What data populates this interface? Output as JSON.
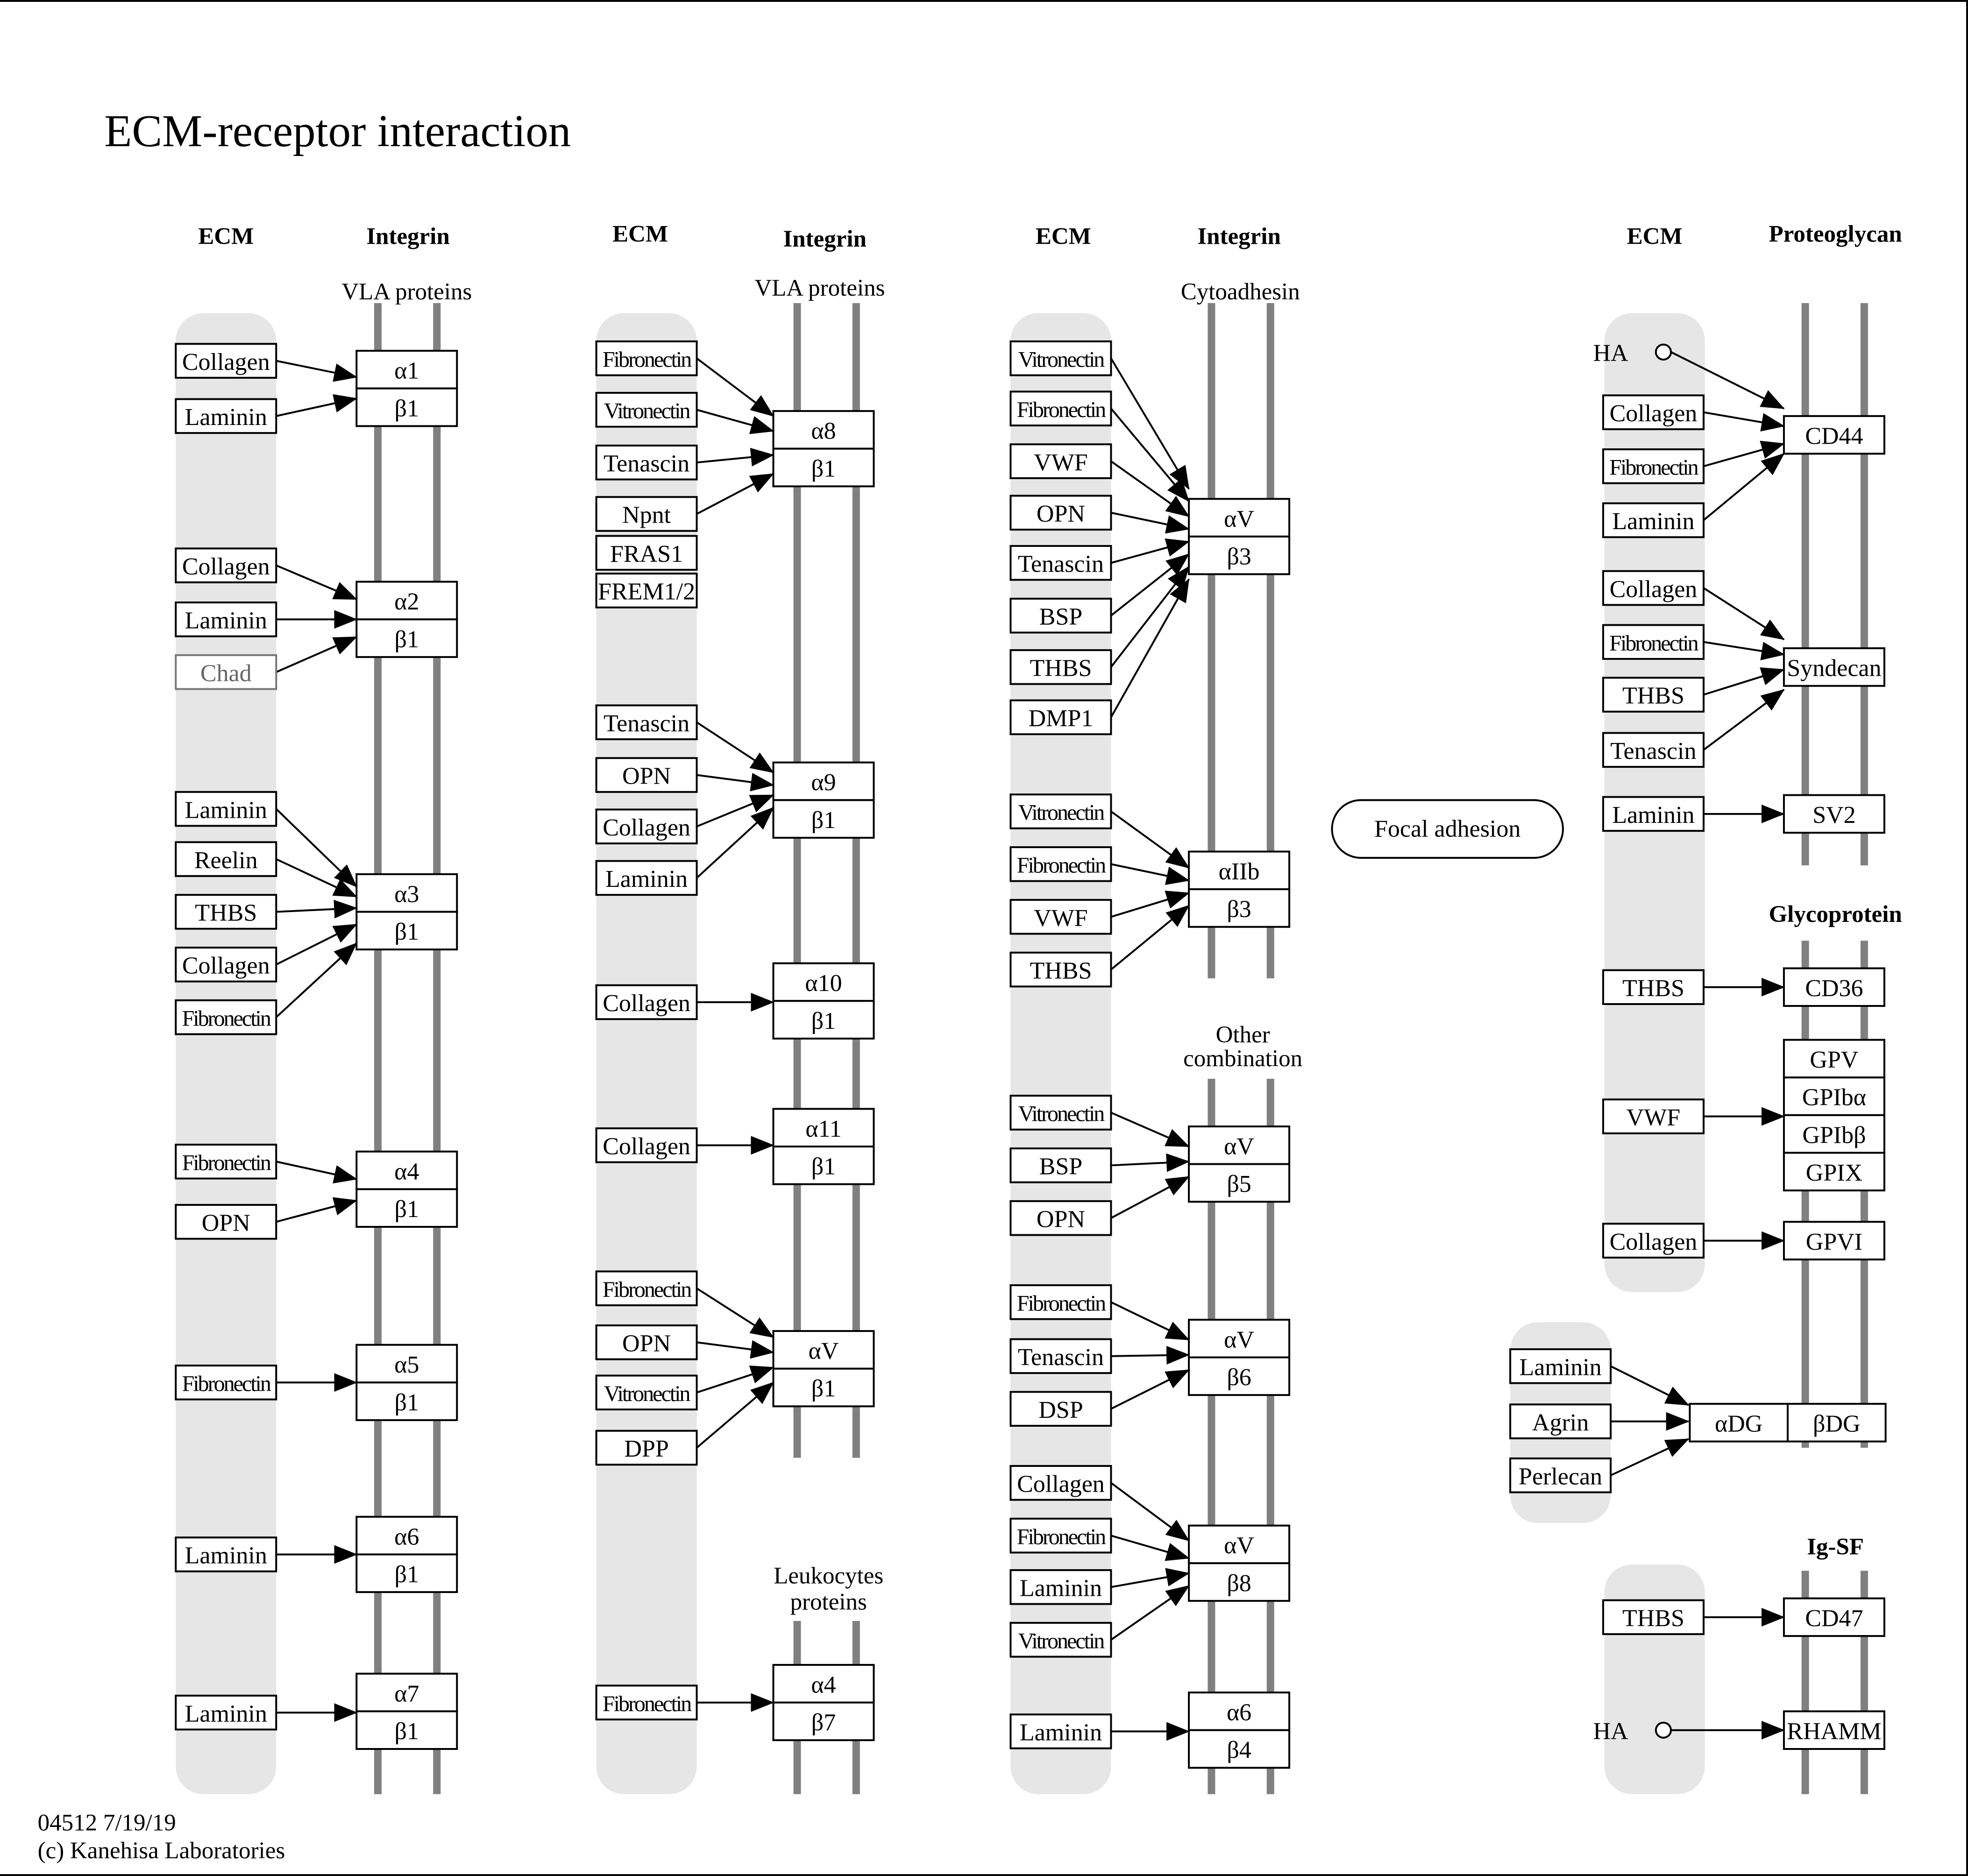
{
  "title": "ECM-receptor interaction",
  "footer": {
    "line1": "04512 7/19/19",
    "line2": "(c) Kanehisa Laboratories"
  },
  "headers": {
    "col1_ecm": "ECM",
    "col1_integrin": "Integrin",
    "col1_sub": "VLA proteins",
    "col2_ecm": "ECM",
    "col2_integrin": "Integrin",
    "col2_sub": "VLA proteins",
    "col2_leuko_line1": "Leukocytes",
    "col2_leuko_line2": "proteins",
    "col3_ecm": "ECM",
    "col3_integrin": "Integrin",
    "col3_sub": "Cytoadhesin",
    "col3_other_line1": "Other",
    "col3_other_line2": "combination",
    "col4_ecm": "ECM",
    "col4_proteoglycan": "Proteoglycan",
    "col4_glycoprotein": "Glycoprotein",
    "col4_igsf": "Ig-SF"
  },
  "focal_adhesion": "Focal adhesion",
  "groups": [
    {
      "sub": [
        "α1",
        "β1"
      ],
      "ligands": [
        "Collagen",
        "Laminin"
      ]
    },
    {
      "sub": [
        "α2",
        "β1"
      ],
      "ligands": [
        "Collagen",
        "Laminin",
        "Chad"
      ]
    },
    {
      "sub": [
        "α3",
        "β1"
      ],
      "ligands": [
        "Laminin",
        "Reelin",
        "THBS",
        "Collagen",
        "Fibronectin"
      ]
    },
    {
      "sub": [
        "α4",
        "β1"
      ],
      "ligands": [
        "Fibronectin",
        "OPN"
      ]
    },
    {
      "sub": [
        "α5",
        "β1"
      ],
      "ligands": [
        "Fibronectin"
      ]
    },
    {
      "sub": [
        "α6",
        "β1"
      ],
      "ligands": [
        "Laminin"
      ]
    },
    {
      "sub": [
        "α7",
        "β1"
      ],
      "ligands": [
        "Laminin"
      ]
    },
    {
      "sub": [
        "α8",
        "β1"
      ],
      "ligands": [
        "Fibronectin",
        "Vitronectin",
        "Tenascin",
        "Npnt",
        "FRAS1",
        "FREM1/2"
      ]
    },
    {
      "sub": [
        "α9",
        "β1"
      ],
      "ligands": [
        "Tenascin",
        "OPN",
        "Collagen",
        "Laminin"
      ]
    },
    {
      "sub": [
        "α10",
        "β1"
      ],
      "ligands": [
        "Collagen"
      ]
    },
    {
      "sub": [
        "α11",
        "β1"
      ],
      "ligands": [
        "Collagen"
      ]
    },
    {
      "sub": [
        "αV",
        "β1"
      ],
      "ligands": [
        "Fibronectin",
        "OPN",
        "Vitronectin",
        "DPP"
      ]
    },
    {
      "sub": [
        "α4",
        "β7"
      ],
      "ligands": [
        "Fibronectin"
      ]
    },
    {
      "sub": [
        "αV",
        "β3"
      ],
      "ligands": [
        "Vitronectin",
        "Fibronectin",
        "VWF",
        "OPN",
        "Tenascin",
        "BSP",
        "THBS",
        "DMP1"
      ]
    },
    {
      "sub": [
        "αIIb",
        "β3"
      ],
      "ligands": [
        "Vitronectin",
        "Fibronectin",
        "VWF",
        "THBS"
      ]
    },
    {
      "sub": [
        "αV",
        "β5"
      ],
      "ligands": [
        "Vitronectin",
        "BSP",
        "OPN"
      ]
    },
    {
      "sub": [
        "αV",
        "β6"
      ],
      "ligands": [
        "Fibronectin",
        "Tenascin",
        "DSP"
      ]
    },
    {
      "sub": [
        "αV",
        "β8"
      ],
      "ligands": [
        "Collagen",
        "Fibronectin",
        "Laminin",
        "Vitronectin"
      ]
    },
    {
      "sub": [
        "α6",
        "β4"
      ],
      "ligands": [
        "Laminin"
      ]
    },
    {
      "sub": [
        "CD44"
      ],
      "ligands": [
        "HA",
        "Collagen",
        "Fibronectin",
        "Laminin"
      ]
    },
    {
      "sub": [
        "Syndecan"
      ],
      "ligands": [
        "Collagen",
        "Fibronectin",
        "THBS",
        "Tenascin"
      ]
    },
    {
      "sub": [
        "SV2"
      ],
      "ligands": [
        "Laminin"
      ]
    },
    {
      "sub": [
        "CD36"
      ],
      "ligands": [
        "THBS"
      ]
    },
    {
      "sub": [
        "GPV",
        "GPIbα",
        "GPIbβ",
        "GPIX"
      ],
      "ligands": [
        "VWF"
      ]
    },
    {
      "sub": [
        "GPVI"
      ],
      "ligands": [
        "Collagen"
      ]
    },
    {
      "sub": [
        "αDG",
        "βDG"
      ],
      "ligands": [
        "Laminin",
        "Agrin",
        "Perlecan"
      ]
    },
    {
      "sub": [
        "CD47"
      ],
      "ligands": [
        "THBS"
      ]
    },
    {
      "sub": [
        "RHAMM"
      ],
      "ligands": [
        "HA"
      ]
    }
  ]
}
